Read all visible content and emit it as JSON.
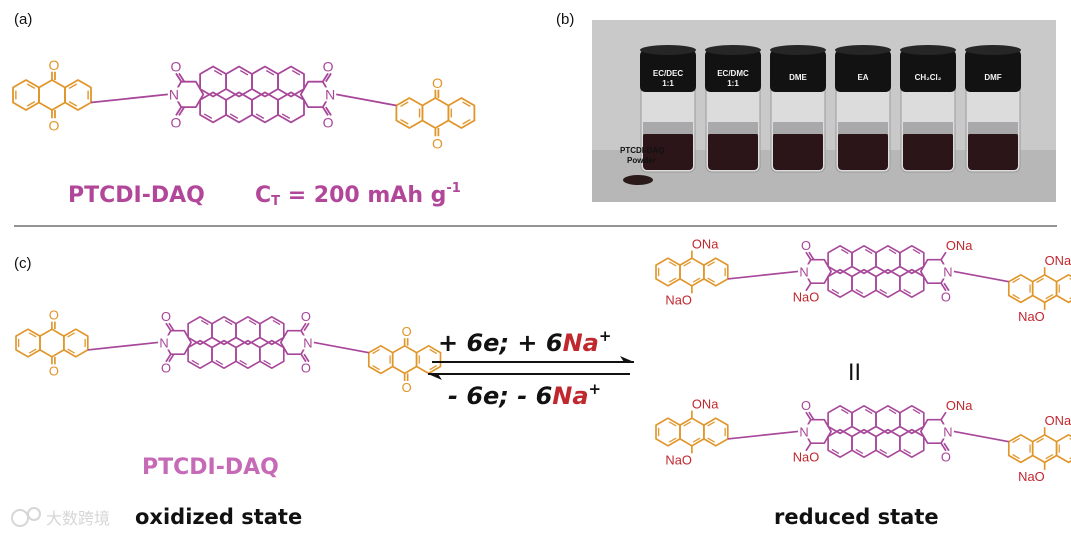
{
  "panels": {
    "a": "(a)",
    "b": "(b)",
    "c": "(c)"
  },
  "top": {
    "name": "PTCDI-DAQ",
    "capacity_prefix": "C",
    "capacity_sub": "T",
    "capacity_value": " = 200 mAh g",
    "capacity_exp": "-1"
  },
  "photo": {
    "vials": [
      "EC/DEC|1:1",
      "EC/DMC|1:1",
      "DME",
      "EA",
      "CH₂Cl₂",
      "DMF"
    ],
    "powder_label_1": "PTCDI-DAQ",
    "powder_label_2": "Powder"
  },
  "reaction": {
    "forward_prefix": "+ 6e; + 6",
    "forward_ion": "Na",
    "forward_sup": "+",
    "reverse_prefix": "- 6e; - 6",
    "reverse_ion": "Na",
    "reverse_sup": "+",
    "left_name": "PTCDI-DAQ",
    "oxidized_label": "oxidized state",
    "reduced_label": "reduced state",
    "resonance_symbol": "II"
  },
  "atoms": {
    "O": "O",
    "N": "N",
    "ONa": "ONa",
    "NaO": "NaO"
  },
  "watermark": "大数跨境",
  "colors": {
    "orange": "#e0962a",
    "purple": "#a8479a",
    "red": "#c0282e",
    "dark": "#111111",
    "divider": "#555555"
  }
}
